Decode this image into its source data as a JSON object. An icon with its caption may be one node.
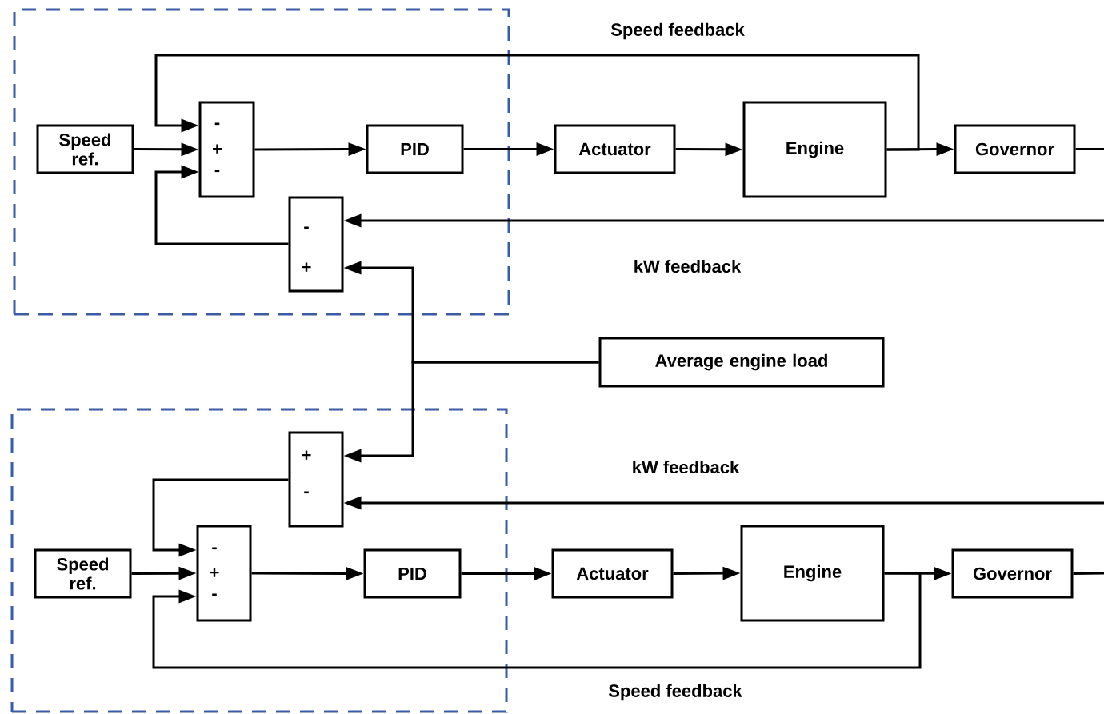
{
  "diagram": {
    "nodes": [
      {
        "text": [],
        "shape": "box"
      },
      {
        "text": [
          "Speed ref."
        ],
        "in": 0
      },
      {
        "text": [
          "-",
          "+",
          "-"
        ],
        "in": 0
      },
      {
        "text": [
          "PID"
        ],
        "in": 0
      },
      {
        "text": [
          "-",
          "+"
        ],
        "in": 0
      },
      {
        "text": [
          "Actuator"
        ]
      },
      {
        "text": [
          "Engine"
        ]
      },
      {
        "text": [
          "Governor"
        ]
      },
      {
        "text": [
          "Average engine load"
        ]
      },
      {
        "text": [],
        "shape": "box"
      },
      {
        "text": [
          "+",
          "-"
        ],
        "in": 9
      },
      {
        "text": [
          "Speed ref."
        ],
        "in": 9
      },
      {
        "text": [
          "-",
          "+",
          "-"
        ],
        "in": 9
      },
      {
        "text": [
          "PID"
        ],
        "in": 9
      },
      {
        "text": [
          "Actuator"
        ]
      },
      {
        "text": [
          "Engine"
        ]
      },
      {
        "text": [
          "Governor"
        ]
      }
    ],
    "edges": [
      {
        "from": 1,
        "to": 2,
        "arrow": "to"
      },
      {
        "from": 2,
        "to": 3,
        "arrow": "to"
      },
      {
        "from": 3,
        "to": 5,
        "arrow": "to"
      },
      {
        "from": 5,
        "to": 6,
        "arrow": "to"
      },
      {
        "from": 6,
        "to": 7,
        "arrow": "to"
      },
      {
        "from": 7,
        "to": null,
        "arrow": "none"
      },
      {
        "from": 6,
        "to": 2,
        "arrow": "to",
        "label": "Speed feedback"
      },
      {
        "from": null,
        "to": 4,
        "arrow": "to",
        "label": "kW feedback"
      },
      {
        "from": 4,
        "to": 2,
        "arrow": "to"
      },
      {
        "from": 8,
        "to": 4,
        "arrow": "to"
      },
      {
        "from": 8,
        "to": 10,
        "arrow": "to"
      },
      {
        "from": null,
        "to": 10,
        "arrow": "to",
        "label": "kW feedback"
      },
      {
        "from": 10,
        "to": 12,
        "arrow": "to"
      },
      {
        "from": 11,
        "to": 12,
        "arrow": "to"
      },
      {
        "from": 12,
        "to": 13,
        "arrow": "to"
      },
      {
        "from": 13,
        "to": 14,
        "arrow": "to"
      },
      {
        "from": 14,
        "to": 15,
        "arrow": "to"
      },
      {
        "from": 15,
        "to": 16,
        "arrow": "to"
      },
      {
        "from": 16,
        "to": null,
        "arrow": "none"
      },
      {
        "from": 15,
        "to": 12,
        "arrow": "to",
        "label": "Speed feedback"
      }
    ]
  }
}
